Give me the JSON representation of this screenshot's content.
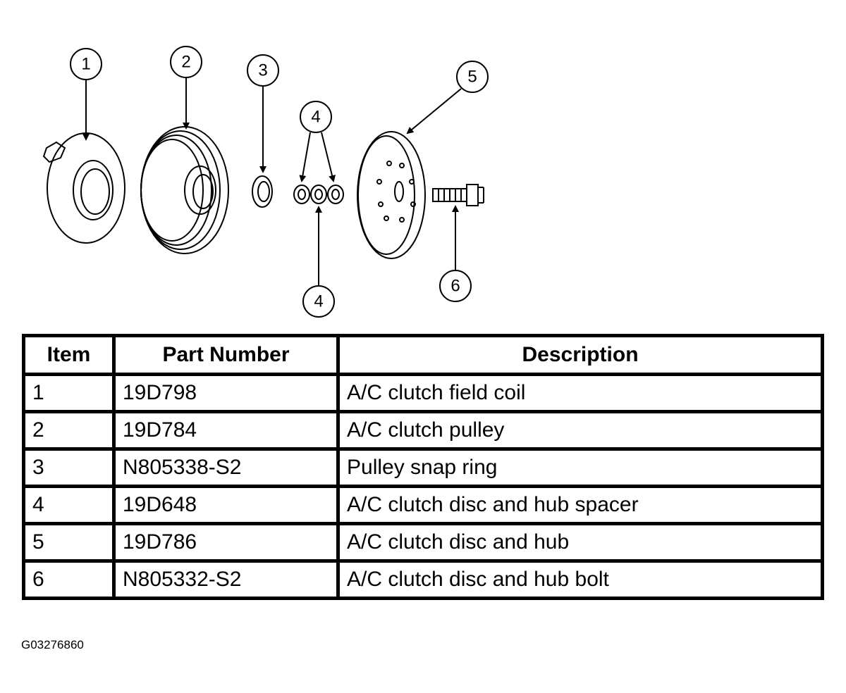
{
  "diagram": {
    "callouts": [
      "1",
      "2",
      "3",
      "4",
      "4",
      "5",
      "6"
    ]
  },
  "table": {
    "headers": {
      "item": "Item",
      "part_number": "Part Number",
      "description": "Description"
    },
    "rows": [
      {
        "item": "1",
        "part_number": "19D798",
        "description": "A/C clutch field coil"
      },
      {
        "item": "2",
        "part_number": "19D784",
        "description": "A/C clutch pulley"
      },
      {
        "item": "3",
        "part_number": "N805338-S2",
        "description": "Pulley snap ring"
      },
      {
        "item": "4",
        "part_number": "19D648",
        "description": "A/C clutch disc and hub spacer"
      },
      {
        "item": "5",
        "part_number": "19D786",
        "description": "A/C clutch disc and hub"
      },
      {
        "item": "6",
        "part_number": "N805332-S2",
        "description": "A/C clutch disc and hub bolt"
      }
    ]
  },
  "figure_id": "G03276860"
}
